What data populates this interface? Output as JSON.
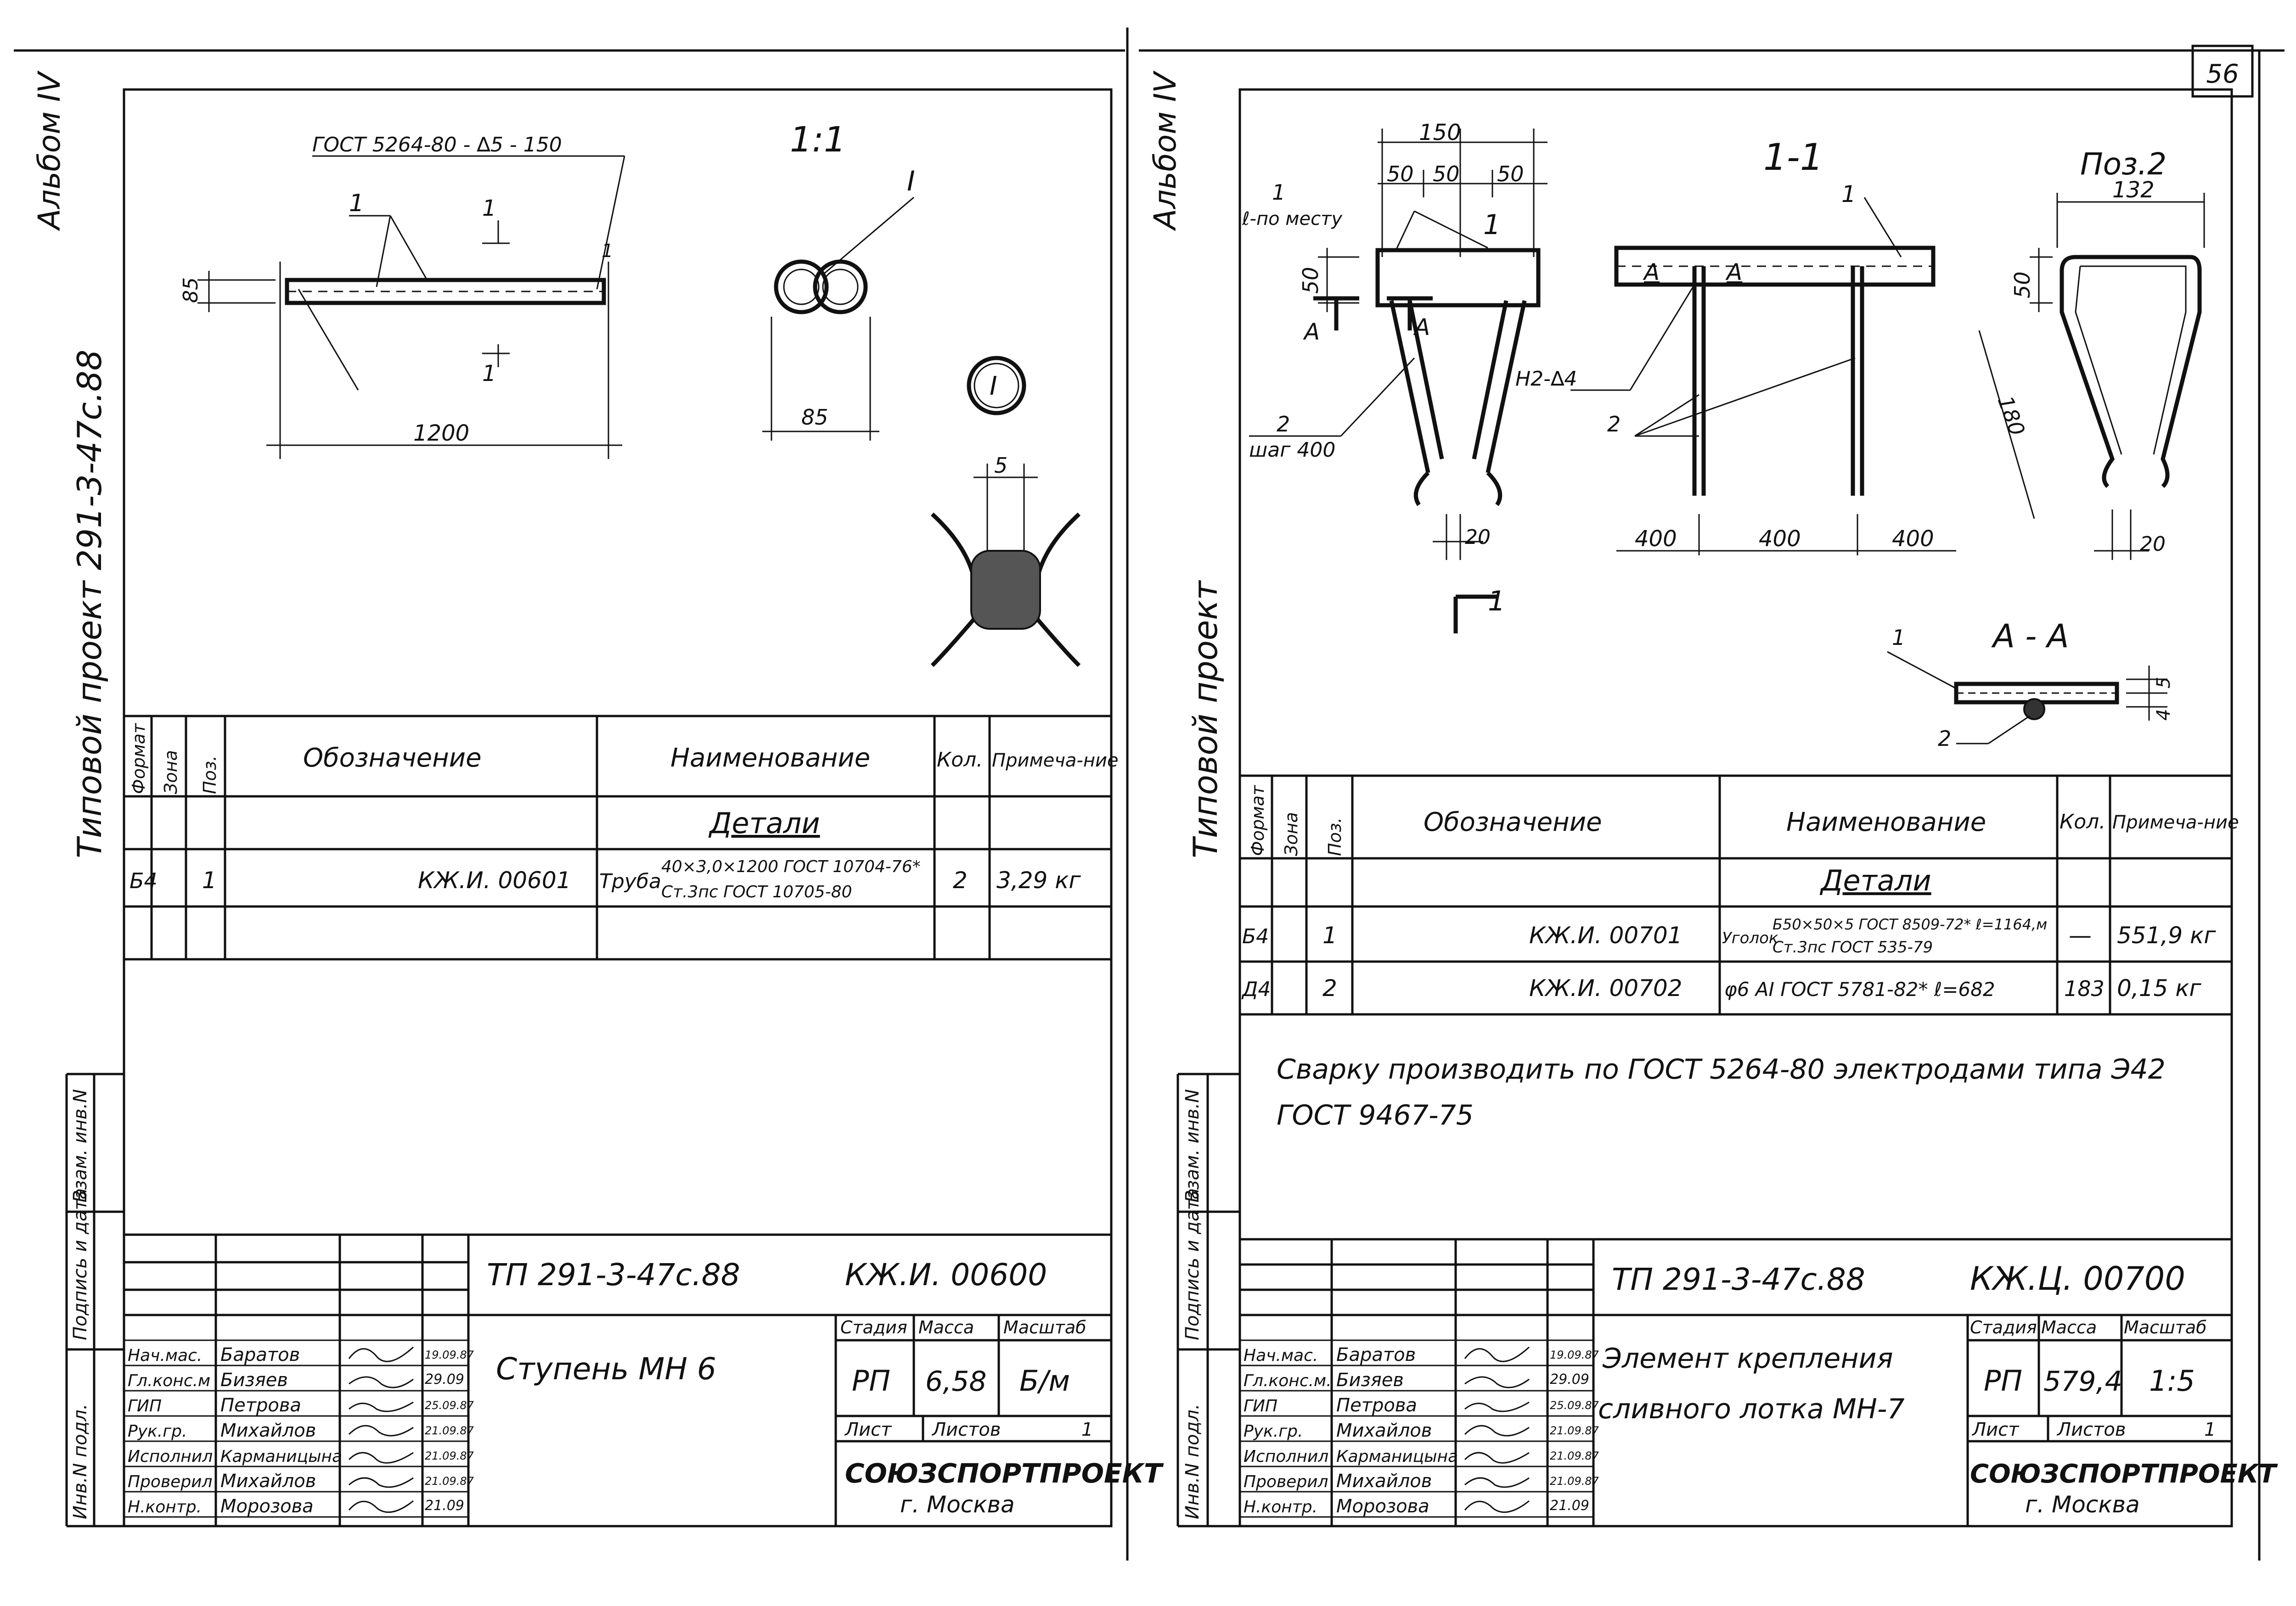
{
  "sheet_number": "56",
  "left": {
    "album": "Альбом IV",
    "project": "Типовой проект 291-3-47с.88",
    "drawing": {
      "leader_weld": "ГОСТ 5264-80 - ∆5 - 150",
      "pos1": "1",
      "dim_dia": "85",
      "dim_len": "1200",
      "section_label": "1:1",
      "node_label": "I",
      "node_circle": "I",
      "dim_85": "85",
      "dim_5": "5",
      "cut1": "1",
      "cut2": "1",
      "cut_r": "1"
    },
    "spec": {
      "h_format": "Формат",
      "h_zone": "Зона",
      "h_pos": "Поз.",
      "h_designation": "Обозначение",
      "h_name": "Наименование",
      "h_qty": "Кол.",
      "h_note": "Примеча-ние",
      "section": "Детали",
      "row": {
        "format": "Б4",
        "pos": "1",
        "designation": "КЖ.И. 00601",
        "name_a": "Труба",
        "name_b": "40×3,0×1200 ГОСТ 10704-76*",
        "name_c": "Ст.3пс ГОСТ 10705-80",
        "qty": "2",
        "note": "3,29 кг"
      }
    },
    "side_labels": [
      "Инв.N подл.",
      "Подпись и дата",
      "Взам. инв.N"
    ],
    "title": {
      "code": "ТП 291-3-47с.88",
      "doc": "КЖ.И. 00600",
      "item": "Ступень МН 6",
      "h_stage": "Стадия",
      "h_mass": "Масса",
      "h_scale": "Масштаб",
      "stage": "РП",
      "mass": "6,58",
      "scale": "Б/м",
      "sheet": "Лист",
      "sheets": "Листов",
      "sheets_val": "1",
      "org": "СОЮЗСПОРТПРОЕКТ",
      "city": "г. Москва",
      "roles": [
        "Нач.мас.",
        "Гл.конс.м",
        "ГИП",
        "Рук.гр.",
        "Исполнил",
        "Проверил",
        "Н.контр."
      ],
      "names": [
        "Баратов",
        "Бизяев",
        "Петрова",
        "Михайлов",
        "Карманицына",
        "Михайлов",
        "Морозова"
      ],
      "dates": [
        "19.09.87",
        "29.09",
        "25.09.87",
        "21.09.87",
        "21.09.87",
        "21.09.87",
        "21.09"
      ]
    }
  },
  "right": {
    "album": "Альбом IV",
    "project": "Типовой проект",
    "drawing": {
      "dim_150": "150",
      "dim_50a": "50",
      "dim_50b": "50",
      "dim_50c": "50",
      "pos1_lbl": "1",
      "l_place": "ℓ-по месту",
      "cut1": "1",
      "dim_50v": "50",
      "a1": "A",
      "a2": "A",
      "pos2_lbl": "2",
      "step": "шаг 400",
      "dim_20": "20",
      "cut_bottom": "1",
      "section": "1-1",
      "pos1_top": "1",
      "a3": "A",
      "a4": "A",
      "weld": "Н2-∆4",
      "pos2_b": "2",
      "d400a": "400",
      "d400b": "400",
      "d400c": "400",
      "poz2": "Поз.2",
      "dim_132": "132",
      "dim_50w": "50",
      "dim_180": "180",
      "dim_20b": "20",
      "aa": "A - A",
      "aa_1": "1",
      "aa_2": "2",
      "aa_5": "5",
      "aa_4": "4"
    },
    "spec": {
      "h_format": "Формат",
      "h_zone": "Зона",
      "h_pos": "Поз.",
      "h_designation": "Обозначение",
      "h_name": "Наименование",
      "h_qty": "Кол.",
      "h_note": "Примеча-ние",
      "section": "Детали",
      "rows": [
        {
          "format": "Б4",
          "pos": "1",
          "designation": "КЖ.И. 00701",
          "name_a": "Уголок",
          "name_b": "Б50×50×5 ГОСТ 8509-72* ℓ=1164,м",
          "name_c": "Ст.3пс ГОСТ 535-79",
          "qty": "—",
          "note": "551,9 кг"
        },
        {
          "format": "Д4",
          "pos": "2",
          "designation": "КЖ.И. 00702",
          "name_a": "φ6 АI ГОСТ 5781-82* ℓ=682",
          "name_b": "",
          "name_c": "",
          "qty": "183",
          "note": "0,15 кг"
        }
      ]
    },
    "note1": "Сварку производить по ГОСТ 5264-80 электродами типа Э42",
    "note2": "ГОСТ 9467-75",
    "side_labels": [
      "Инв.N подл.",
      "Подпись и дата",
      "Взам. инв.N"
    ],
    "title": {
      "code": "ТП 291-3-47с.88",
      "doc": "КЖ.Ц. 00700",
      "item1": "Элемент крепления",
      "item2": "сливного лотка МН-7",
      "h_stage": "Стадия",
      "h_mass": "Масса",
      "h_scale": "Масштаб",
      "stage": "РП",
      "mass": "579,4",
      "scale": "1:5",
      "sheet": "Лист",
      "sheets": "Листов",
      "sheets_val": "1",
      "org": "СОЮЗСПОРТПРОЕКТ",
      "city": "г. Москва",
      "roles": [
        "Нач.мас.",
        "Гл.конс.м.",
        "ГИП",
        "Рук.гр.",
        "Исполнил",
        "Проверил",
        "Н.контр."
      ],
      "names": [
        "Баратов",
        "Бизяев",
        "Петрова",
        "Михайлов",
        "Карманицына",
        "Михайлов",
        "Морозова"
      ],
      "dates": [
        "19.09.87",
        "29.09",
        "25.09.87",
        "21.09.87",
        "21.09.87",
        "21.09.87",
        "21.09"
      ]
    }
  }
}
